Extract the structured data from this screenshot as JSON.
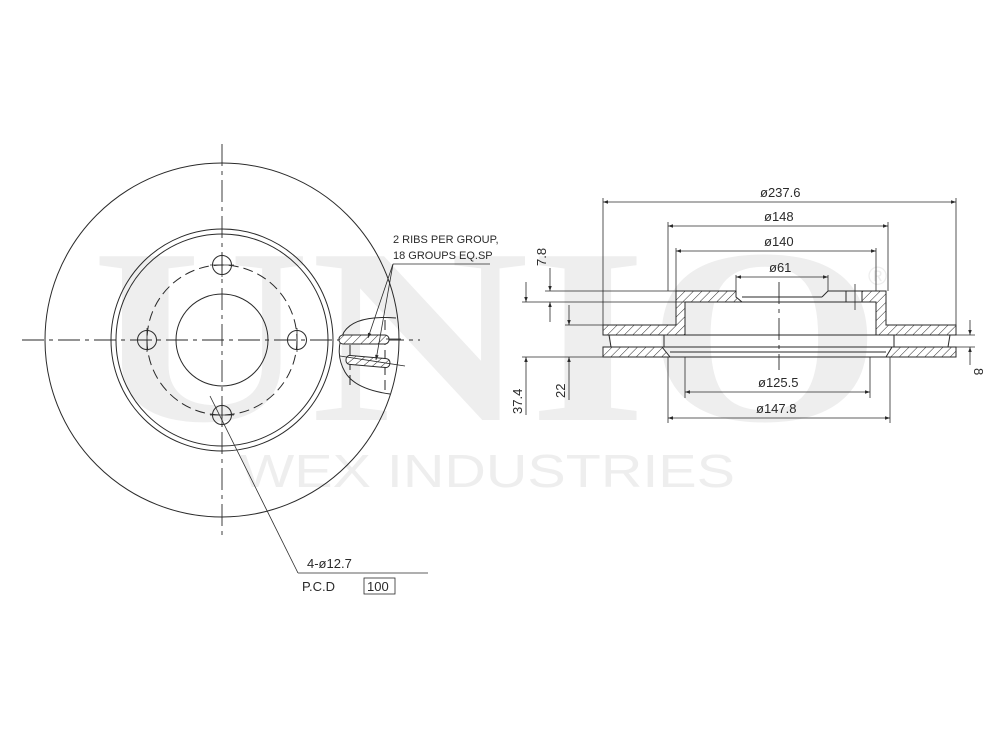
{
  "watermark": {
    "brand": "UNIO",
    "registered": "®",
    "company": "WEX INDUSTRIES",
    "color": "#eeeeee"
  },
  "front_view": {
    "rib_note_line1": "2 RIBS PER GROUP,",
    "rib_note_line2": "18 GROUPS EQ.SP",
    "bolt_holes": "4-ø12.7",
    "pcd_label": "P.C.D",
    "pcd_value": "100"
  },
  "section_view": {
    "dimensions": {
      "outer_diameter": "ø237.6",
      "hat_outer_diameter": "ø148",
      "hat_inner_diameter": "ø140",
      "center_bore": "ø61",
      "inner_diameter": "ø125.5",
      "hub_diameter": "ø147.8",
      "hat_thickness": "7.8",
      "overall_height": "37.4",
      "disc_thickness": "22",
      "vane_gap": "8"
    }
  },
  "colors": {
    "line": "#2a2a2a",
    "background": "#ffffff",
    "watermark": "#eeeeee"
  }
}
